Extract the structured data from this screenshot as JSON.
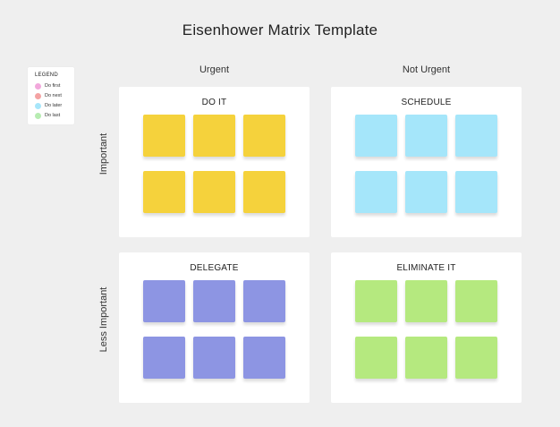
{
  "title": "Eisenhower Matrix Template",
  "legend": {
    "title": "LEGEND",
    "items": [
      {
        "label": "Do first",
        "color": "#f2a8dc"
      },
      {
        "label": "Do next",
        "color": "#f4a3a3"
      },
      {
        "label": "Do later",
        "color": "#a7e6fa"
      },
      {
        "label": "Do last",
        "color": "#b7ecb1"
      }
    ]
  },
  "columns": {
    "urgent": "Urgent",
    "not_urgent": "Not Urgent"
  },
  "rows": {
    "important": "Important",
    "less_important": "Less Important"
  },
  "quadrants": {
    "do_it": {
      "title": "DO IT",
      "note_color": "#f5d23c",
      "note_count": 6
    },
    "schedule": {
      "title": "SCHEDULE",
      "note_color": "#a5e6fa",
      "note_count": 6
    },
    "delegate": {
      "title": "DELEGATE",
      "note_color": "#8d95e3",
      "note_count": 6
    },
    "eliminate": {
      "title": "ELIMINATE IT",
      "note_color": "#b5e97f",
      "note_count": 6
    }
  }
}
